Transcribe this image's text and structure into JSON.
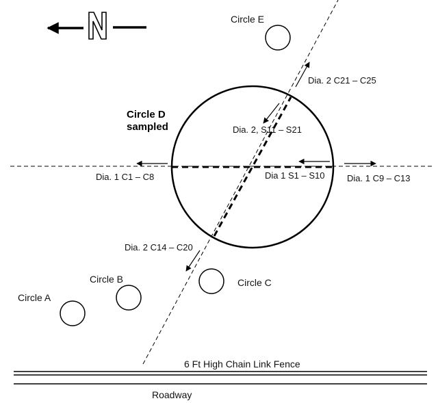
{
  "compass": {
    "letter": "N"
  },
  "circles": {
    "a": "Circle A",
    "b": "Circle B",
    "c": "Circle C",
    "d_line1": "Circle D",
    "d_line2": "sampled",
    "e": "Circle E"
  },
  "samples": {
    "dia2_c21_c25": "Dia. 2 C21 – C25",
    "dia2_s11_s21": "Dia. 2, S11 – S21",
    "dia1_s1_s10": "Dia 1 S1 – S10",
    "dia1_c1_c8": "Dia. 1 C1 – C8",
    "dia1_c9_c13": "Dia. 1 C9 – C13",
    "dia2_c14_c20": "Dia. 2 C14 – C20"
  },
  "boundaries": {
    "fence": "6 Ft High Chain Link Fence",
    "road": "Roadway"
  },
  "colors": {
    "ink": "#000000",
    "background": "#ffffff"
  }
}
